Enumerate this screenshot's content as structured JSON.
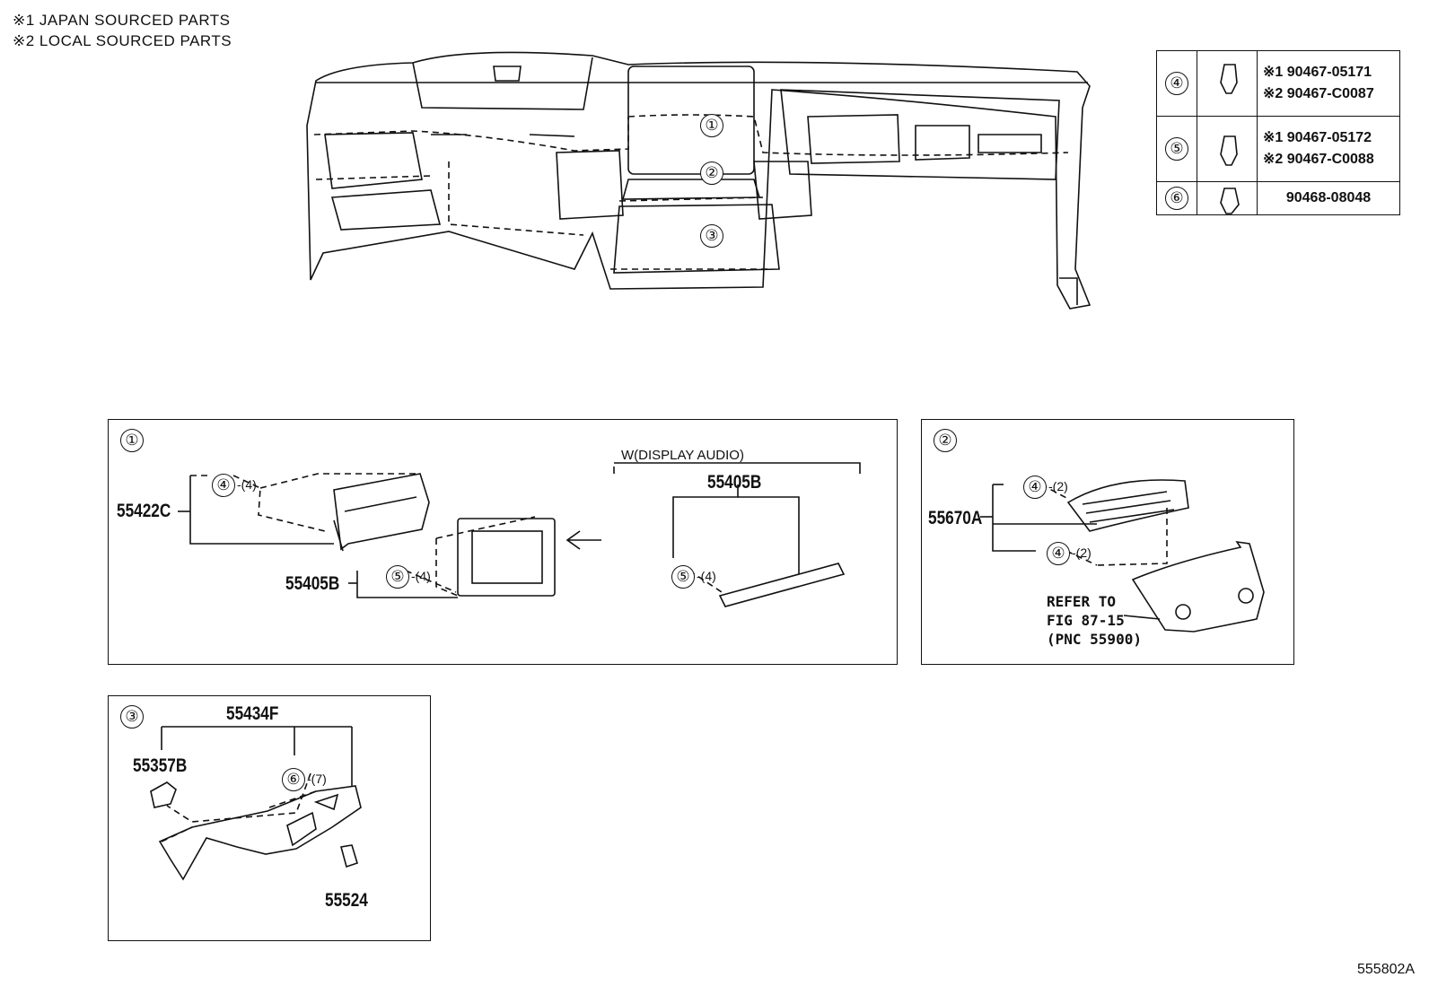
{
  "notes": {
    "japan": "※1 JAPAN SOURCED PARTS",
    "local": "※2 LOCAL SOURCED PARTS"
  },
  "overview_callouts": [
    "①",
    "②",
    "③"
  ],
  "clip_table": [
    {
      "key": "④",
      "lines": [
        "※1 90467-05171",
        "※2 90467-C0087"
      ]
    },
    {
      "key": "⑤",
      "lines": [
        "※1 90467-05172",
        "※2 90467-C0088"
      ]
    },
    {
      "key": "⑥",
      "lines": [
        "90468-08048"
      ]
    }
  ],
  "panel1": {
    "index": "①",
    "label_55422C": "55422C",
    "clip4": "④",
    "clip4_qty": "-(4)",
    "label_55405B_left": "55405B",
    "clip5": "⑤",
    "clip5_qty": "-(4)",
    "variant": "W(DISPLAY AUDIO)",
    "label_55405B_right": "55405B",
    "clip5b": "⑤",
    "clip5b_qty": "-(4)"
  },
  "panel2": {
    "index": "②",
    "label": "55670A",
    "clip4a": "④",
    "clip4a_qty": "-(2)",
    "clip4b": "④",
    "clip4b_qty": "-(2)",
    "refer": [
      "REFER TO",
      "FIG 87-15",
      "(PNC 55900)"
    ]
  },
  "panel3": {
    "index": "③",
    "label_55434F": "55434F",
    "label_55357B": "55357B",
    "clip6": "⑥",
    "clip6_qty": "-(7)",
    "label_55524": "55524"
  },
  "figure_id": "555802A"
}
